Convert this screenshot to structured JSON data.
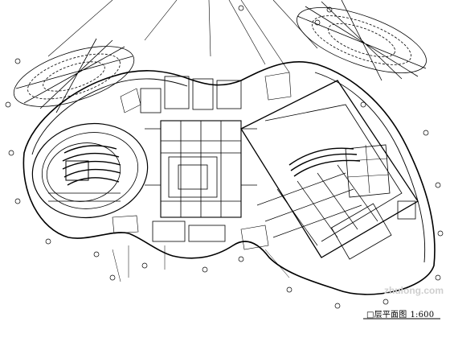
{
  "drawing": {
    "caption_title": "□层平面图",
    "caption_scale": "1:600",
    "line_color": "#000000",
    "background": "#ffffff"
  },
  "watermark": {
    "text": "zhulong.com"
  }
}
